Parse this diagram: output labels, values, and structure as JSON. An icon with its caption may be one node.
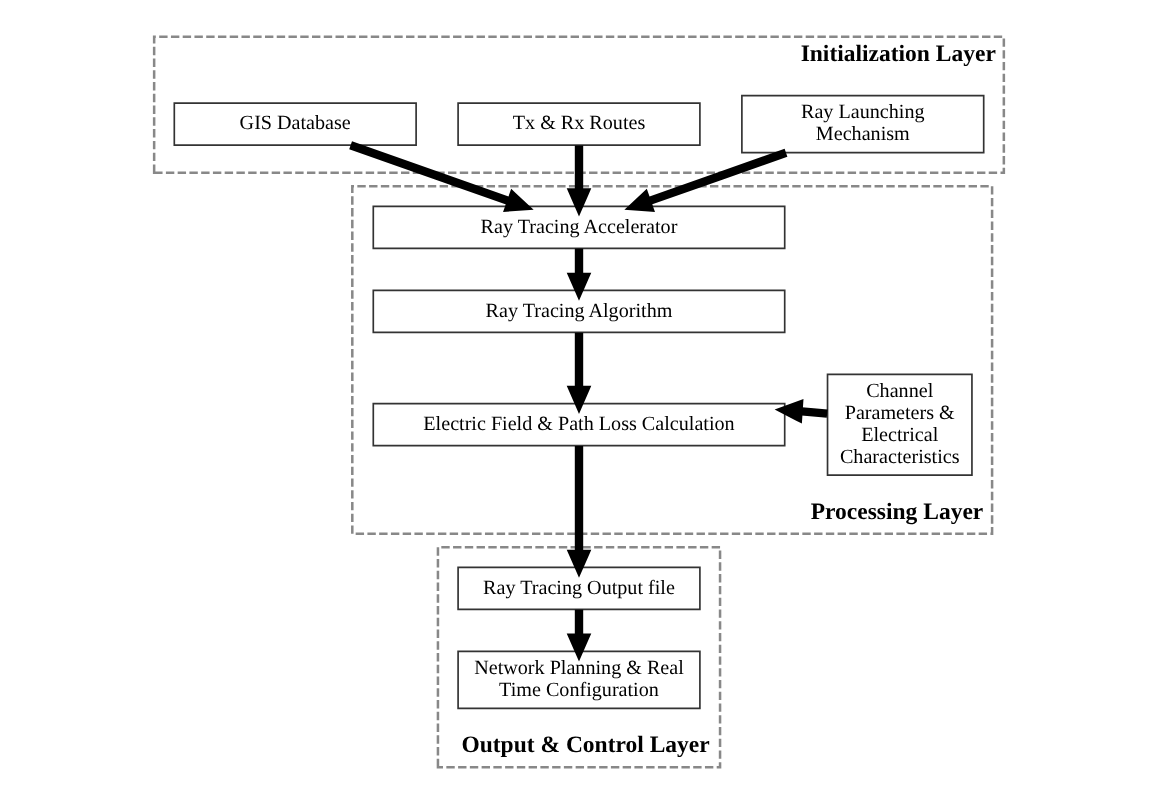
{
  "diagram": {
    "nodes": [
      {
        "text": [
          "Initialization Layer"
        ]
      },
      {
        "text": [
          "GIS Database"
        ],
        "in": 0
      },
      {
        "text": [
          "Tx & Rx Routes"
        ],
        "in": 0
      },
      {
        "text": [
          "Ray Launching Mechanism"
        ],
        "in": 0
      },
      {
        "text": [
          "Processing Layer"
        ]
      },
      {
        "text": [
          "Ray Tracing Accelerator"
        ],
        "in": 4
      },
      {
        "text": [
          "Ray Tracing Algorithm"
        ],
        "in": 4
      },
      {
        "text": [
          "Electric Field & Path Loss Calculation"
        ],
        "in": 4
      },
      {
        "text": [
          "Channel Parameters & Electrical Characteristics"
        ],
        "in": 4
      },
      {
        "text": [
          "Output & Control Layer"
        ]
      },
      {
        "text": [
          "Ray Tracing Output file"
        ],
        "in": 9
      },
      {
        "text": [
          "Network Planning & Real Time Configuration"
        ],
        "in": 9
      }
    ],
    "edges": [
      {
        "from": 1,
        "to": 5,
        "arrow": "to"
      },
      {
        "from": 2,
        "to": 5,
        "arrow": "to"
      },
      {
        "from": 3,
        "to": 5,
        "arrow": "to"
      },
      {
        "from": 5,
        "to": 6,
        "arrow": "to"
      },
      {
        "from": 6,
        "to": 7,
        "arrow": "to"
      },
      {
        "from": 8,
        "to": 7,
        "arrow": "to"
      },
      {
        "from": 7,
        "to": 10,
        "arrow": "to"
      },
      {
        "from": 10,
        "to": 11,
        "arrow": "to"
      }
    ]
  }
}
